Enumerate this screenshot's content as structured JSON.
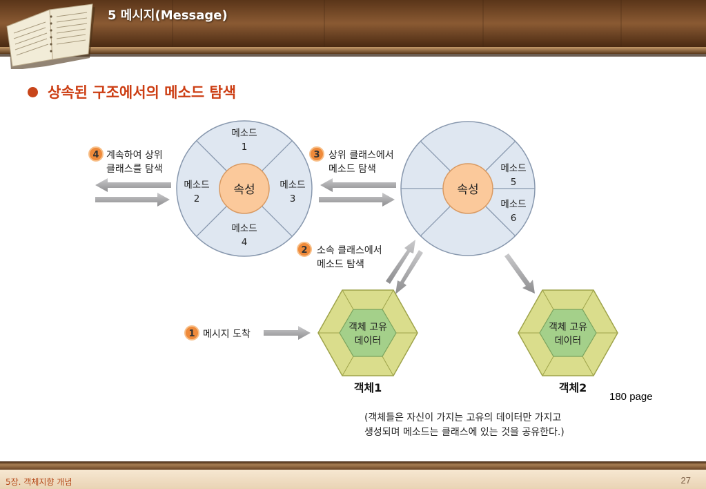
{
  "header": {
    "title": "5 메시지(Message)"
  },
  "heading": {
    "text": "상속된 구조에서의 메소드 탐색"
  },
  "diagram": {
    "class1": {
      "center": "속성",
      "top": [
        "메소드",
        "1"
      ],
      "left": [
        "메소드",
        "2"
      ],
      "right": [
        "메소드",
        "3"
      ],
      "bottom": [
        "메소드",
        "4"
      ]
    },
    "class2": {
      "center": "속성",
      "right_upper": [
        "메소드",
        "5"
      ],
      "right_lower": [
        "메소드",
        "6"
      ]
    },
    "steps": [
      {
        "num": "1",
        "lines": [
          "메시지 도착"
        ]
      },
      {
        "num": "2",
        "lines": [
          "소속 클래스에서",
          "메소드 탐색"
        ]
      },
      {
        "num": "3",
        "lines": [
          "상위 클래스에서",
          "메소드 탐색"
        ]
      },
      {
        "num": "4",
        "lines": [
          "계속하여 상위",
          "클래스를 탐색"
        ]
      }
    ],
    "objects": [
      {
        "lines": [
          "객체 고유",
          "데이터"
        ],
        "name": "객체1"
      },
      {
        "lines": [
          "객체 고유",
          "데이터"
        ],
        "name": "객체2"
      }
    ],
    "note": [
      "(객체들은 자신이 가지는 고유의 데이터만 가지고",
      "생성되며 메소드는 클래스에 있는 것을 공유한다.)"
    ],
    "colors": {
      "circle_fill": "#dfe7f1",
      "circle_stroke": "#8898ae",
      "core_fill": "#fbc99b",
      "core_stroke": "#d99a62",
      "hex_outer": "#dadd8c",
      "hex_inner": "#a4d08a",
      "badge": "#ef8a3a",
      "arrow": "#a9a9ab"
    }
  },
  "page_ref": "180 page",
  "footer": {
    "chapter": "5장. 객체지향 개념",
    "page": "27"
  }
}
